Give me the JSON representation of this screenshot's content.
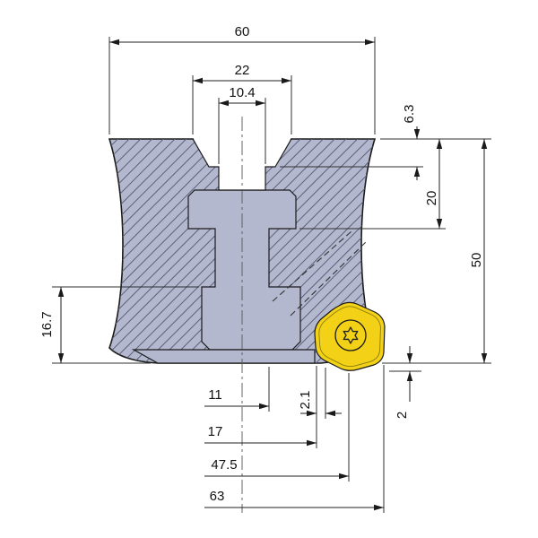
{
  "colors": {
    "background": "#ffffff",
    "body_fill": "#b4b8cf",
    "hatch_line": "#5b6078",
    "insert_fill": "#f2d116",
    "outline": "#1a1a1a"
  },
  "dimensions": {
    "overall_width": "60",
    "counterbore_width": "22",
    "bore_width": "10.4",
    "counterbore_depth": "6.3",
    "hub_depth": "20",
    "overall_height": "50",
    "lower_flange_height": "16.7",
    "offset_11": "11",
    "corner_offset": "2.1",
    "offset_17": "17",
    "offset_47_5": "47.5",
    "cutting_width": "63",
    "axial_protrusion": "2"
  }
}
